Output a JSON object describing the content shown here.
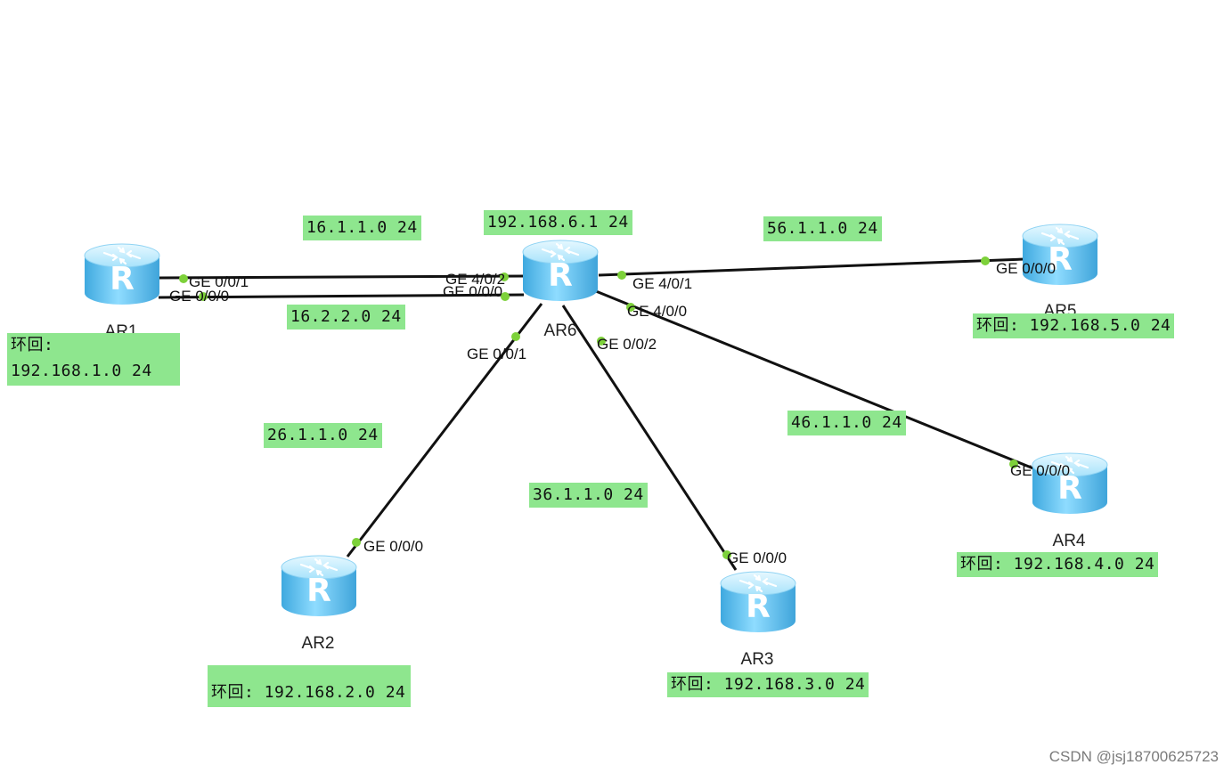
{
  "routers": [
    {
      "id": "ar1",
      "name": "AR1"
    },
    {
      "id": "ar2",
      "name": "AR2"
    },
    {
      "id": "ar3",
      "name": "AR3"
    },
    {
      "id": "ar4",
      "name": "AR4"
    },
    {
      "id": "ar5",
      "name": "AR5"
    },
    {
      "id": "ar6",
      "name": "AR6"
    }
  ],
  "router_glyph": "R",
  "links": [
    {
      "from": "ar1",
      "to": "ar6",
      "from_port": "GE 0/0/1",
      "to_port": "GE 4/0/2",
      "network": "16.1.1.0 24"
    },
    {
      "from": "ar1",
      "to": "ar6",
      "from_port": "GE 0/0/0",
      "to_port": "GE 0/0/0",
      "network": "16.2.2.0 24"
    },
    {
      "from": "ar6",
      "to": "ar5",
      "from_port": "GE 4/0/1",
      "to_port": "GE 0/0/0",
      "network": "56.1.1.0  24"
    },
    {
      "from": "ar6",
      "to": "ar4",
      "from_port": "GE 4/0/0",
      "to_port": "GE 0/0/0",
      "network": "46.1.1.0 24"
    },
    {
      "from": "ar6",
      "to": "ar2",
      "from_port": "GE 0/0/1",
      "to_port": "GE 0/0/0",
      "network": "26.1.1.0 24"
    },
    {
      "from": "ar6",
      "to": "ar3",
      "from_port": "GE 0/0/2",
      "to_port": "GE 0/0/0",
      "network": "36.1.1.0 24"
    }
  ],
  "loopbacks": {
    "ar1_prefix": "环回:",
    "ar1_network": "192.168.1.0 24",
    "ar2": "环回: 192.168.2.0 24",
    "ar3": "环回: 192.168.3.0 24",
    "ar4": "环回: 192.168.4.0 24",
    "ar5": "环回: 192.168.5.0 24",
    "ar6": "192.168.6.1 24"
  },
  "watermark": "CSDN @jsj18700625723",
  "colors": {
    "label_bg": "#8ee68e",
    "link": "#111111",
    "port_dot": "#7dd13a",
    "router_top": "#bfeeff",
    "router_side": "#5cc0ee"
  }
}
